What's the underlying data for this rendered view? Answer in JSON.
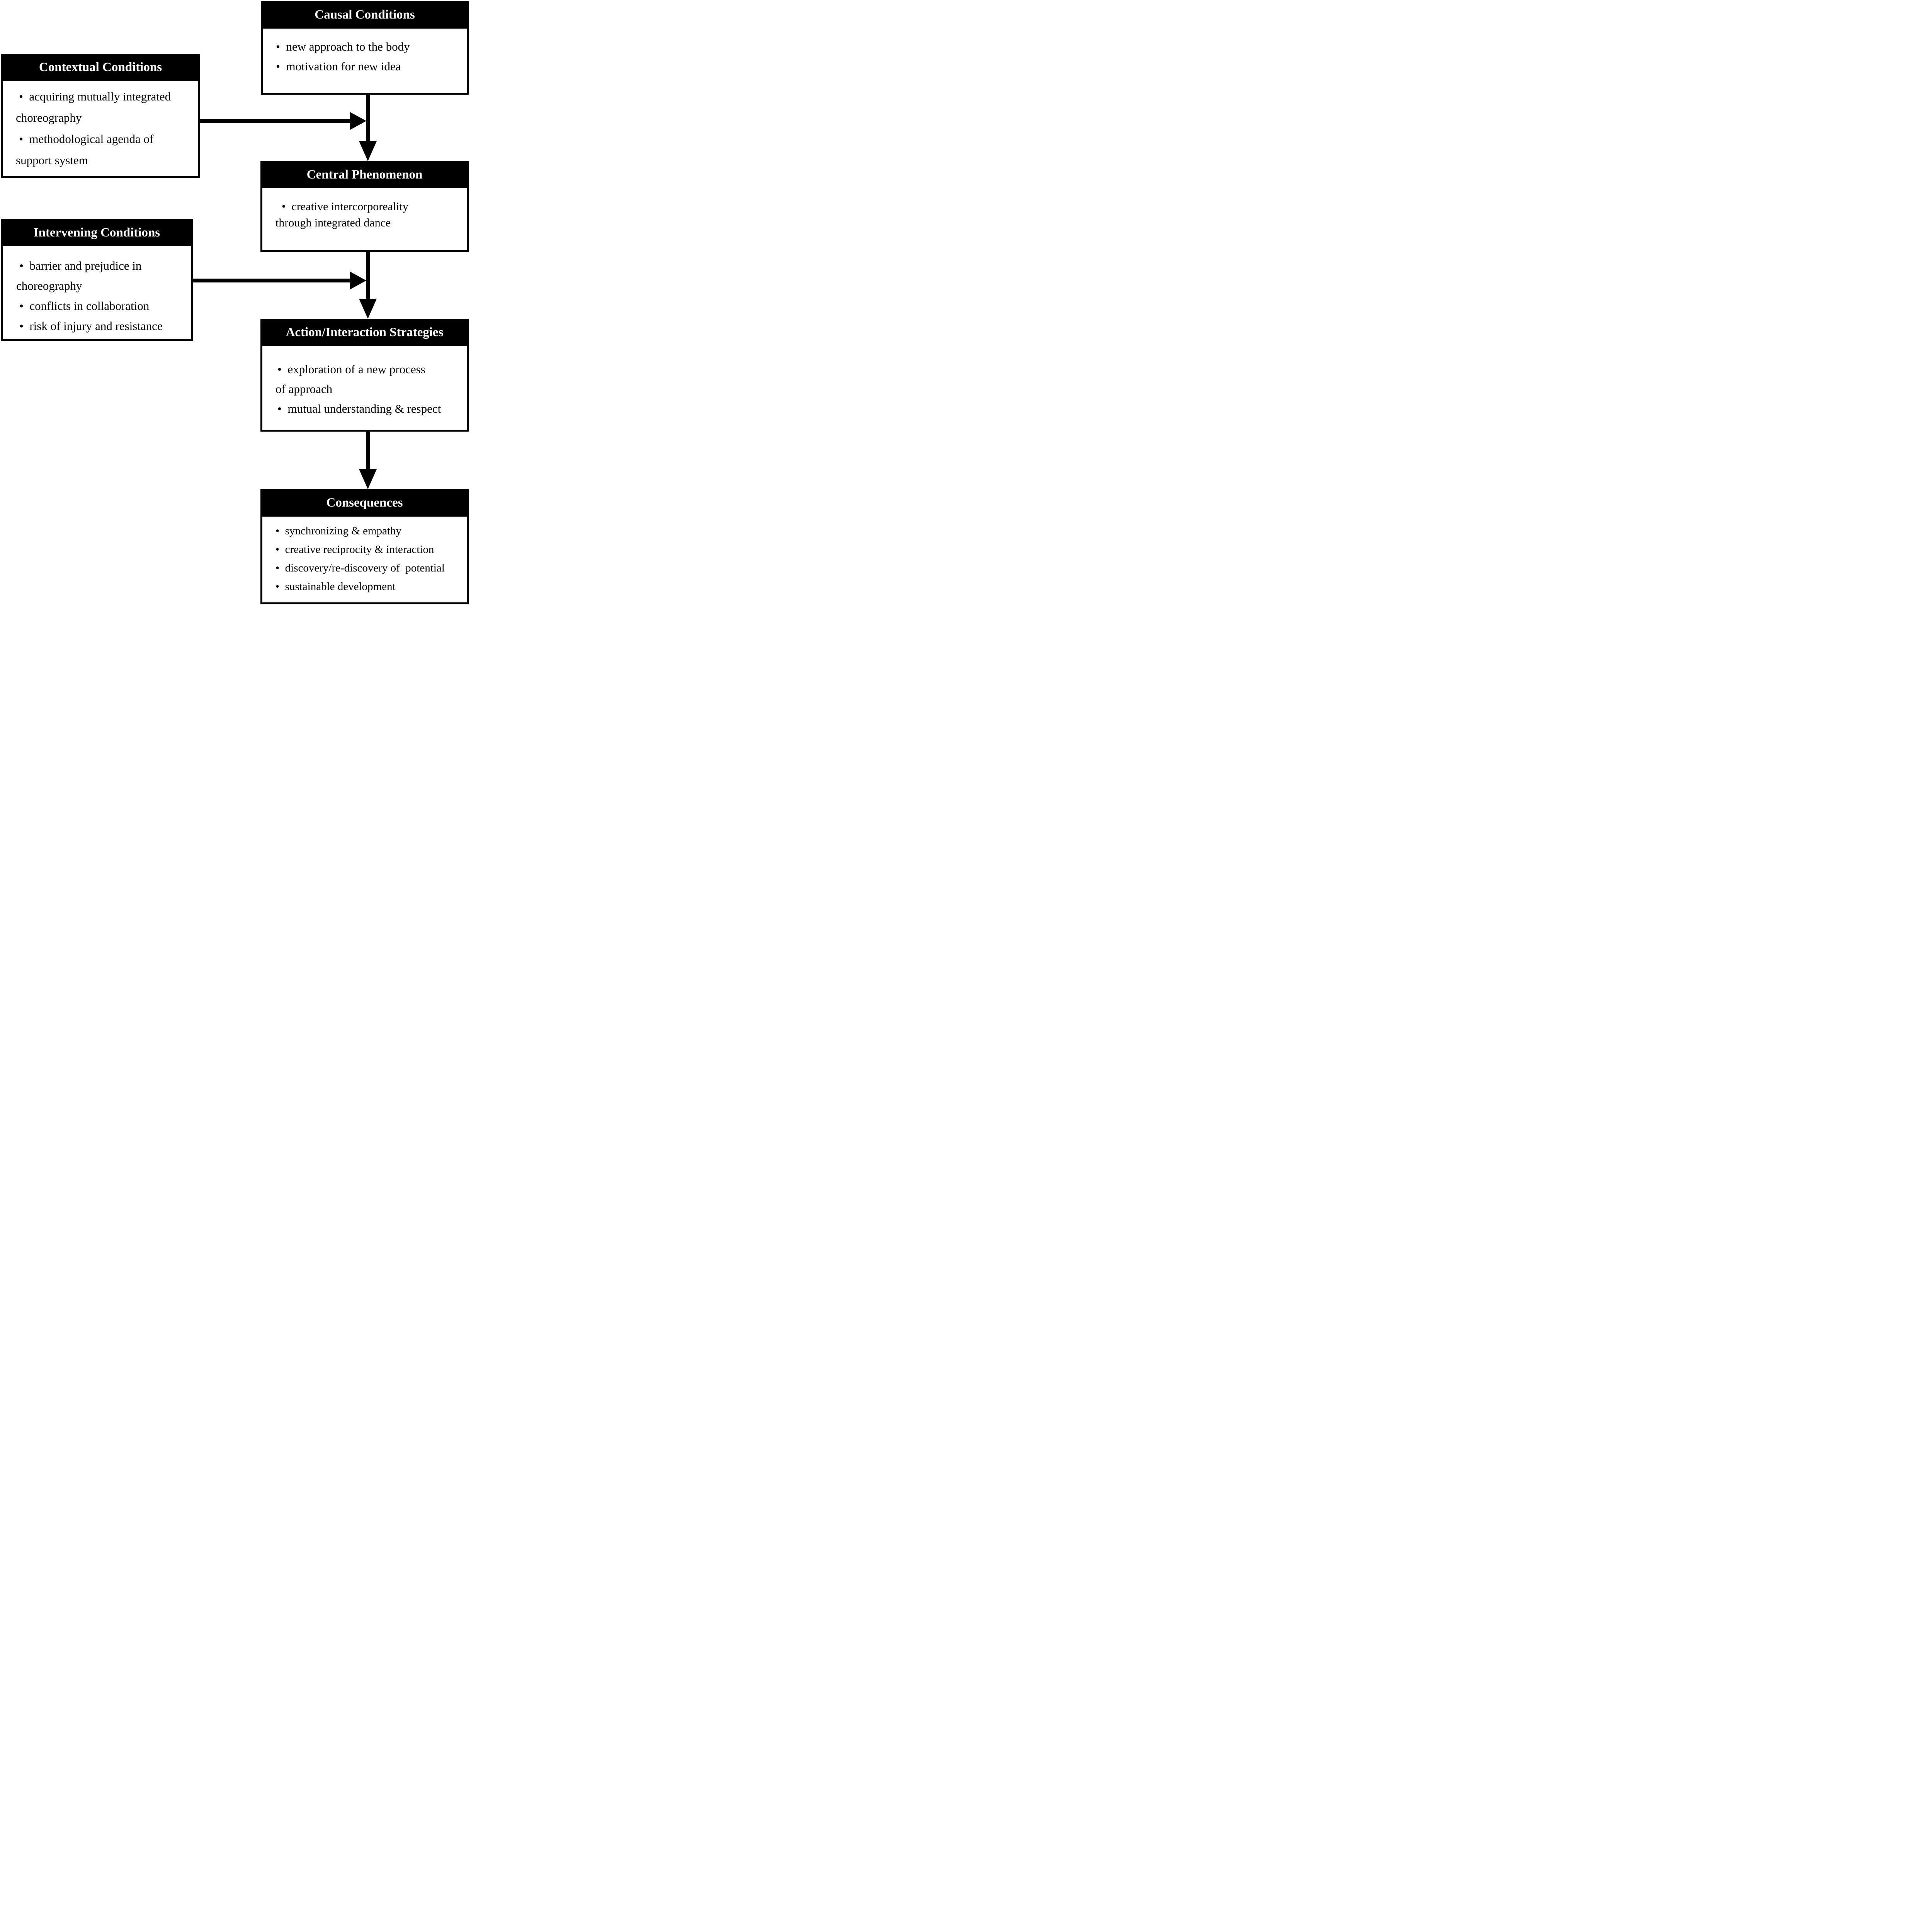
{
  "figure": {
    "type": "grounded-theory-paradigm-flowchart",
    "background_color": "#ffffff",
    "box_border_color": "#000000",
    "header_bg_color": "#000000",
    "header_text_color": "#ffffff",
    "body_text_color": "#000000",
    "bullet_glyph": "•"
  },
  "boxes": [
    {
      "id": "causal",
      "title": "Causal Conditions",
      "items": [
        "•  new approach to the body",
        "•  motivation for new idea"
      ]
    },
    {
      "id": "contextual",
      "title": "Contextual Conditions",
      "items": [
        "•  acquiring mutually integrated\nchoreography",
        "•  methodological agenda of\nsupport system"
      ]
    },
    {
      "id": "central",
      "title": "Central Phenomenon",
      "items": [
        "•  creative intercorporeality\nthrough integrated dance"
      ]
    },
    {
      "id": "intervening",
      "title": "Intervening Conditions",
      "items": [
        "•  barrier and prejudice in\nchoreography",
        "•  conflicts in collaboration",
        "•  risk of injury and resistance"
      ]
    },
    {
      "id": "action",
      "title": "Action/Interaction Strategies",
      "items": [
        "•  exploration of a new process\nof approach",
        "•  mutual understanding & respect"
      ]
    },
    {
      "id": "consequences",
      "title": "Consequences",
      "items": [
        "•  synchronizing & empathy",
        "•  creative reciprocity & interaction",
        "•  discovery/re-discovery of  potential",
        "•  sustainable development"
      ]
    }
  ],
  "connections": [
    {
      "from": "Causal Conditions",
      "to": "Central Phenomenon",
      "type": "vertical-arrow-down"
    },
    {
      "from": "Contextual Conditions",
      "to": "flow line between Causal Conditions and Central Phenomenon",
      "type": "horizontal-arrow-right"
    },
    {
      "from": "Central Phenomenon",
      "to": "Action/Interaction Strategies",
      "type": "vertical-arrow-down"
    },
    {
      "from": "Intervening Conditions",
      "to": "flow line between Central Phenomenon and Action/Interaction Strategies",
      "type": "horizontal-arrow-right"
    },
    {
      "from": "Action/Interaction Strategies",
      "to": "Consequences",
      "type": "vertical-arrow-down"
    }
  ]
}
